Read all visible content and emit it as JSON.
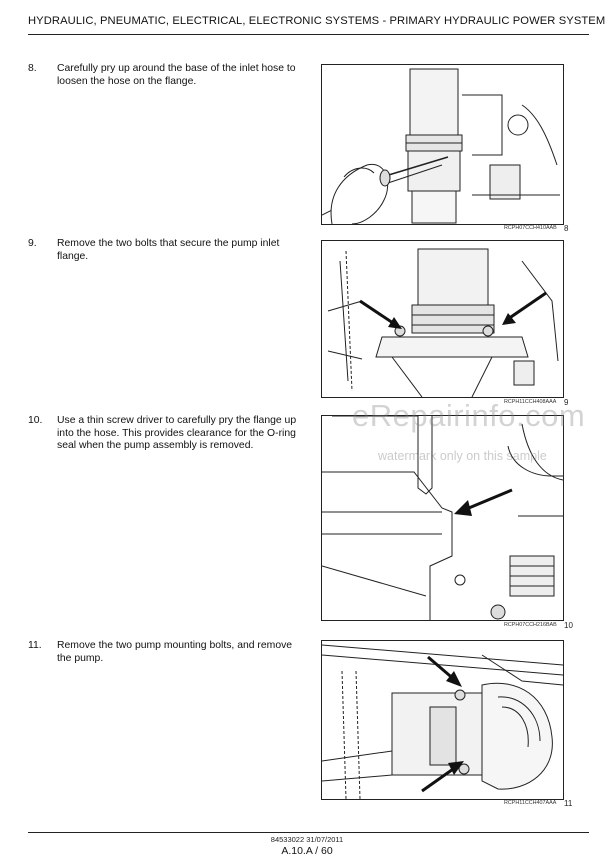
{
  "header": {
    "title": "HYDRAULIC, PNEUMATIC, ELECTRICAL, ELECTRONIC SYSTEMS - PRIMARY HYDRAULIC POWER SYSTEM"
  },
  "steps": [
    {
      "number": "8.",
      "text": "Carefully pry up around the base of the inlet hose to loosen the hose on the flange.",
      "figure": {
        "caption": "RCPH07CCH410AAB",
        "number": "8"
      }
    },
    {
      "number": "9.",
      "text": "Remove the two bolts that secure the pump inlet flange.",
      "figure": {
        "caption": "RCPH11CCH408AAA",
        "number": "9"
      }
    },
    {
      "number": "10.",
      "text": "Use a thin screw driver to carefully pry the flange up into the hose. This provides clearance for the O-ring seal when the pump assembly is removed.",
      "figure": {
        "caption": "RCPH07CCH216BAB",
        "number": "10"
      }
    },
    {
      "number": "11.",
      "text": "Remove the two pump mounting bolts, and remove the pump.",
      "figure": {
        "caption": "RCPH11CCH407AAA",
        "number": "11"
      }
    }
  ],
  "watermark": {
    "brand": "eRepairinfo.com",
    "note": "watermark only on this sample"
  },
  "footer": {
    "doc_ref": "84533022 31/07/2011",
    "page": "A.10.A / 60"
  }
}
